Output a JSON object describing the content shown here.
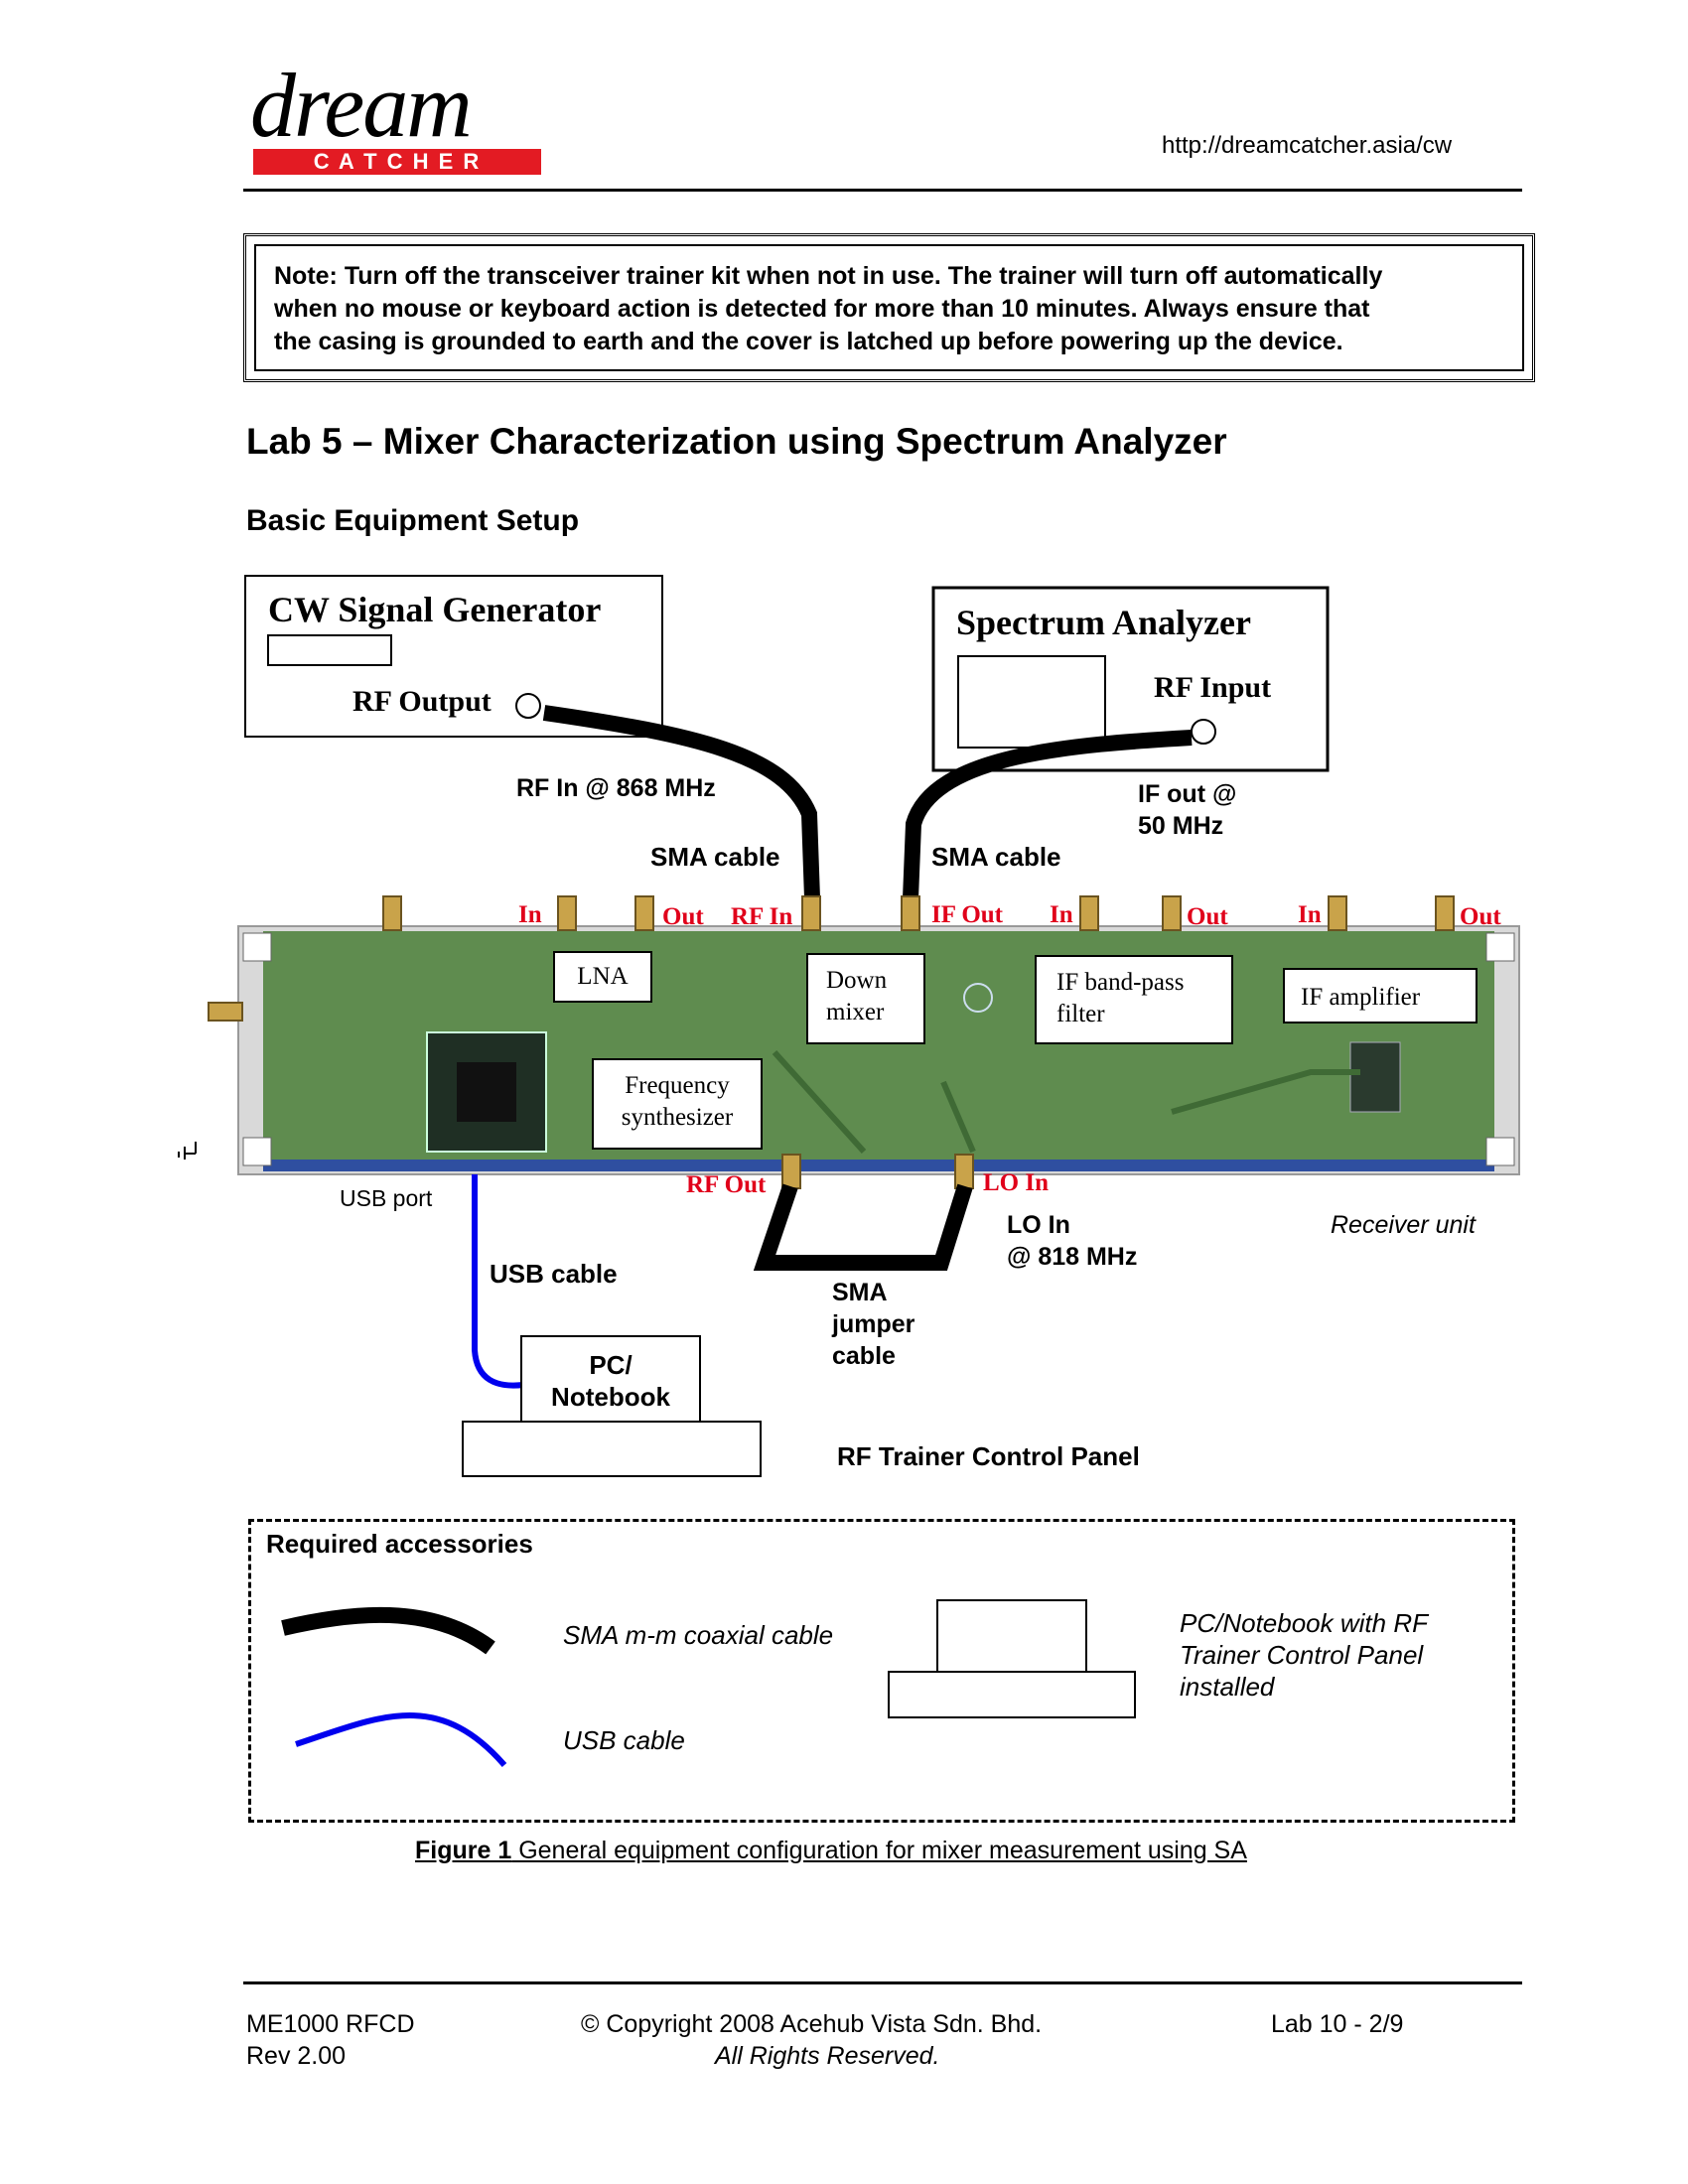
{
  "header": {
    "logo_top": "dream",
    "logo_bottom": "C A T C H E R",
    "url": "http://dreamcatcher.asia/cw"
  },
  "note": {
    "lines": [
      "Note: Turn off the transceiver trainer kit when not in use. The trainer will turn off automatically",
      "when no mouse or keyboard action is detected for more than 10 minutes. Always ensure that",
      "the casing is grounded to earth and the cover is latched up before powering up the device."
    ]
  },
  "title": "Lab 5 – Mixer Characterization using Spectrum Analyzer",
  "subtitle": "Basic Equipment Setup",
  "diagram": {
    "cw_generator": {
      "title": "CW Signal Generator",
      "port": "RF Output"
    },
    "spectrum_analyzer": {
      "title": "Spectrum Analyzer",
      "port": "RF Input"
    },
    "rf_in_freq": "RF In @ 868 MHz",
    "if_out_freq_line1": "IF out @",
    "if_out_freq_line2": "50 MHz",
    "sma_cable_left": "SMA cable",
    "sma_cable_right": "SMA cable",
    "port_labels_top": [
      "In",
      "Out",
      "RF In",
      "IF Out",
      "In",
      "Out",
      "In",
      "Out"
    ],
    "modules": {
      "lna": "LNA",
      "down_mixer_line1": "Down",
      "down_mixer_line2": "mixer",
      "if_bpf_line1": "IF band-pass",
      "if_bpf_line2": "filter",
      "if_amp": "IF amplifier",
      "freq_synth_line1": "Frequency",
      "freq_synth_line2": "synthesizer"
    },
    "port_labels_bottom": [
      "RF Out",
      "LO In"
    ],
    "usb_port": "USB port",
    "usb_cable": "USB cable",
    "lo_in_line1": "LO In",
    "lo_in_line2": "@ 818 MHz",
    "receiver_unit": "Receiver unit",
    "sma_jumper_line1": "SMA",
    "sma_jumper_line2": "jumper",
    "sma_jumper_line3": "cable",
    "pc_line1": "PC/",
    "pc_line2": "Notebook",
    "control_panel": "RF Trainer Control Panel"
  },
  "accessories": {
    "heading": "Required accessories",
    "items": [
      "SMA m-m coaxial cable",
      "USB cable"
    ],
    "pc_line1": "PC/Notebook with RF",
    "pc_line2": "Trainer Control Panel",
    "pc_line3": "installed"
  },
  "figure_caption": {
    "label": "Figure 1",
    "text": " General equipment configuration for mixer measurement using SA"
  },
  "footer": {
    "course": "ME1000 RFCD",
    "rev": "Rev 2.00",
    "copyright": "© Copyright 2008 Acehub Vista Sdn. Bhd.",
    "rights": "All Rights Reserved.",
    "page": "Lab 10 - 2/9"
  },
  "colors": {
    "brand_red": "#e31b23",
    "board_green": "#5f8c4f",
    "usb_blue": "#0000ee",
    "port_label_red": "#e0001a"
  }
}
